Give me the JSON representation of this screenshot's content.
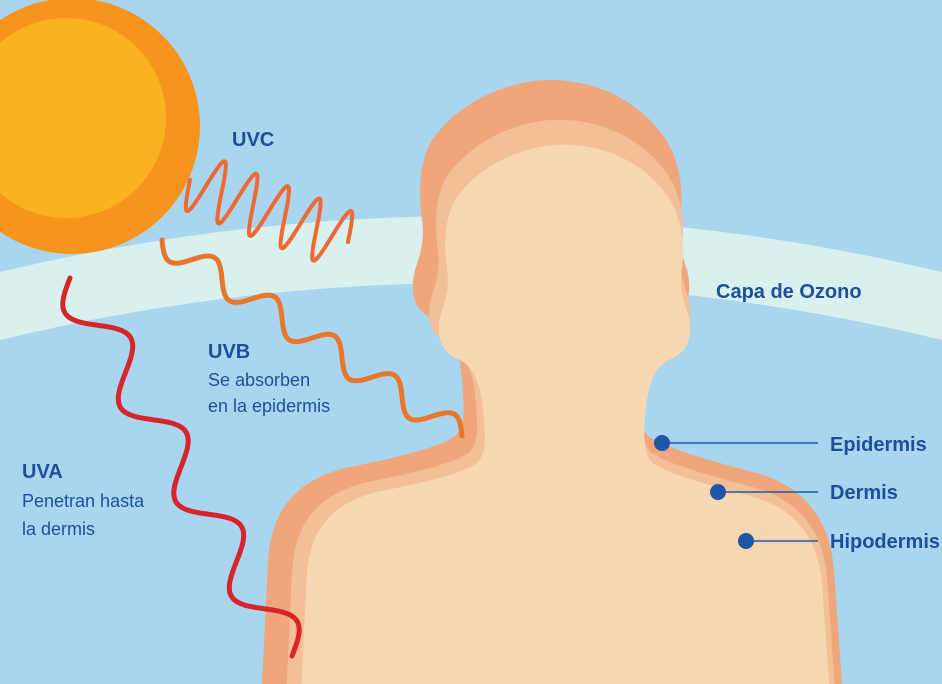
{
  "colors": {
    "sky": "#a9d6ee",
    "ozone_band": "#d8f0ee",
    "sun_outer": "#f6941d",
    "sun_inner": "#fbb21f",
    "skin_outer": "#eea67a",
    "skin_middle": "#f3bf97",
    "skin_inner": "#f7d7b2",
    "uvc_wave": "#ee6a32",
    "uvb_wave": "#e8772d",
    "uva_wave": "#d6262b",
    "label_blue": "#1d4f9a",
    "marker_blue": "#1f57a8"
  },
  "icons": {
    "sun": "sun-icon",
    "silhouette": "human-silhouette"
  },
  "rays": {
    "uvc": {
      "title": "UVC"
    },
    "uvb": {
      "title": "UVB",
      "line1": "Se absorben",
      "line2": "en la epidermis"
    },
    "uva": {
      "title": "UVA",
      "line1": "Penetran hasta",
      "line2": "la dermis"
    }
  },
  "ozone": {
    "label": "Capa de Ozono"
  },
  "layers": [
    {
      "label": "Epidermis"
    },
    {
      "label": "Dermis"
    },
    {
      "label": "Hipodermis"
    }
  ]
}
